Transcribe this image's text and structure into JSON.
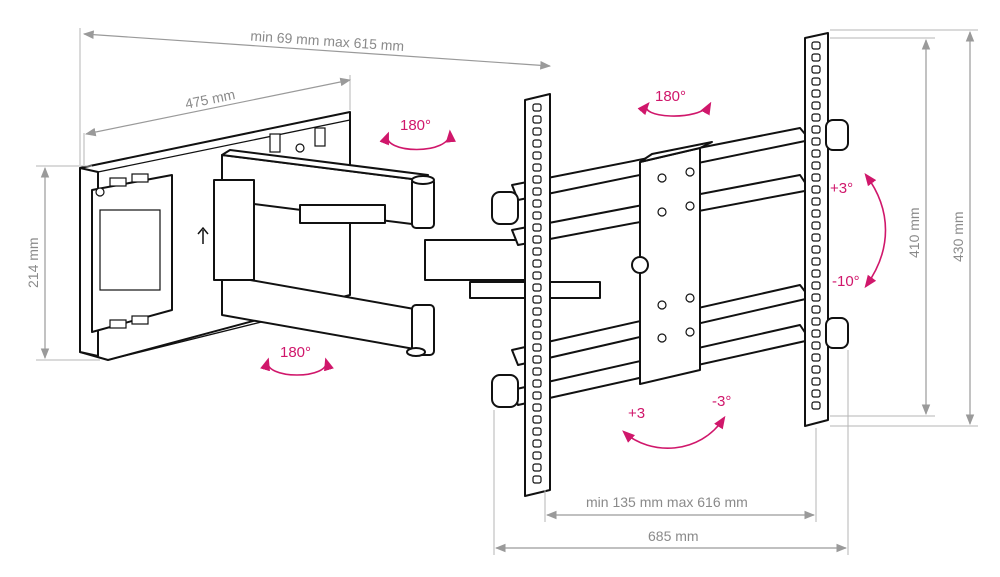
{
  "colors": {
    "dimension": "#8a8a8a",
    "rotation": "#d0176b",
    "drawing": "#111111"
  },
  "dimensions": {
    "depth_range": "min 69 mm max 615 mm",
    "wall_plate_width": "475 mm",
    "wall_plate_height": "214 mm",
    "hole_vertical": "410 mm",
    "bracket_height": "430 mm",
    "hole_horizontal": "min 135 mm max 616 mm",
    "bracket_width": "685 mm"
  },
  "rotations": {
    "top_center": "180°",
    "arm_upper": "180°",
    "arm_lower": "180°",
    "tilt_up": "+3°",
    "tilt_down": "-10°",
    "level_plus": "+3",
    "level_minus": "-3°"
  },
  "icons": {
    "up_arrow": "up-arrow-icon"
  }
}
